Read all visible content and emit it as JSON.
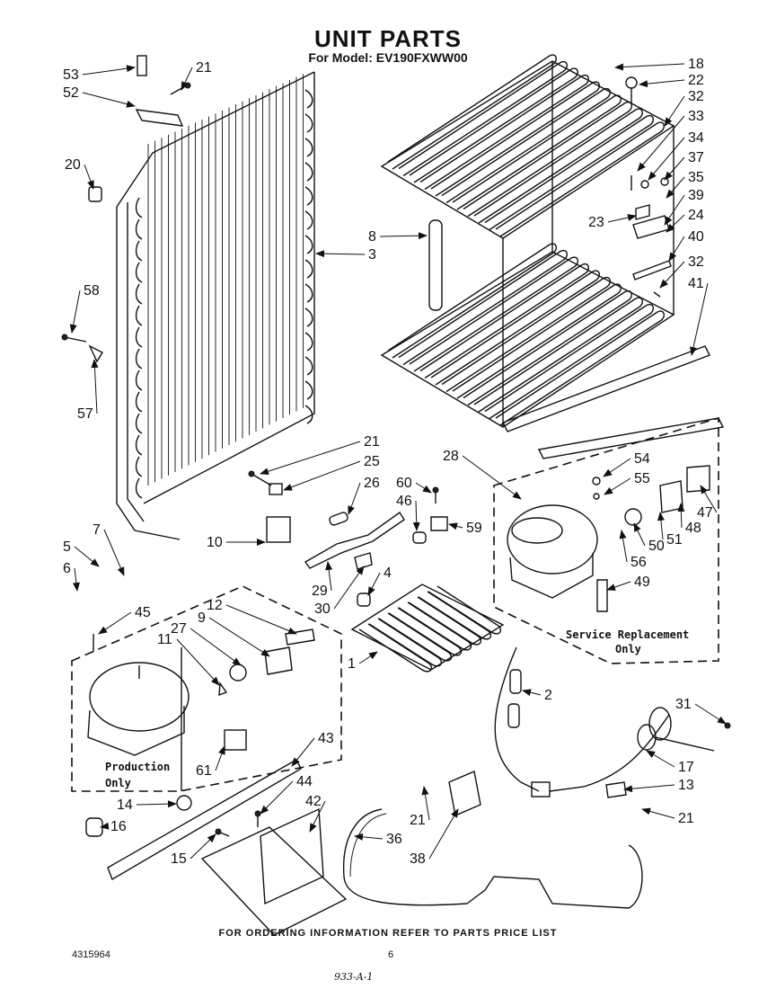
{
  "header": {
    "title": "UNIT PARTS",
    "subtitle": "For Model: EV190FXWW00"
  },
  "callouts": [
    {
      "id": "53",
      "label": "53"
    },
    {
      "id": "21a",
      "label": "21"
    },
    {
      "id": "52",
      "label": "52"
    },
    {
      "id": "20",
      "label": "20"
    },
    {
      "id": "3",
      "label": "3"
    },
    {
      "id": "8",
      "label": "8"
    },
    {
      "id": "58",
      "label": "58"
    },
    {
      "id": "57",
      "label": "57"
    },
    {
      "id": "18",
      "label": "18"
    },
    {
      "id": "22",
      "label": "22"
    },
    {
      "id": "32a",
      "label": "32"
    },
    {
      "id": "33",
      "label": "33"
    },
    {
      "id": "34",
      "label": "34"
    },
    {
      "id": "37",
      "label": "37"
    },
    {
      "id": "35",
      "label": "35"
    },
    {
      "id": "39",
      "label": "39"
    },
    {
      "id": "23",
      "label": "23"
    },
    {
      "id": "24",
      "label": "24"
    },
    {
      "id": "40",
      "label": "40"
    },
    {
      "id": "32b",
      "label": "32"
    },
    {
      "id": "41",
      "label": "41"
    },
    {
      "id": "21b",
      "label": "21"
    },
    {
      "id": "25",
      "label": "25"
    },
    {
      "id": "26",
      "label": "26"
    },
    {
      "id": "60",
      "label": "60"
    },
    {
      "id": "46",
      "label": "46"
    },
    {
      "id": "59",
      "label": "59"
    },
    {
      "id": "10",
      "label": "10"
    },
    {
      "id": "29",
      "label": "29"
    },
    {
      "id": "30",
      "label": "30"
    },
    {
      "id": "4",
      "label": "4"
    },
    {
      "id": "28",
      "label": "28"
    },
    {
      "id": "54",
      "label": "54"
    },
    {
      "id": "55",
      "label": "55"
    },
    {
      "id": "47",
      "label": "47"
    },
    {
      "id": "48",
      "label": "48"
    },
    {
      "id": "51",
      "label": "51"
    },
    {
      "id": "50",
      "label": "50"
    },
    {
      "id": "56",
      "label": "56"
    },
    {
      "id": "49",
      "label": "49"
    },
    {
      "id": "7",
      "label": "7"
    },
    {
      "id": "5",
      "label": "5"
    },
    {
      "id": "6",
      "label": "6"
    },
    {
      "id": "45",
      "label": "45"
    },
    {
      "id": "12",
      "label": "12"
    },
    {
      "id": "27",
      "label": "27"
    },
    {
      "id": "9",
      "label": "9"
    },
    {
      "id": "11",
      "label": "11"
    },
    {
      "id": "1",
      "label": "1"
    },
    {
      "id": "2",
      "label": "2"
    },
    {
      "id": "31",
      "label": "31"
    },
    {
      "id": "17",
      "label": "17"
    },
    {
      "id": "13",
      "label": "13"
    },
    {
      "id": "21c",
      "label": "21"
    },
    {
      "id": "61",
      "label": "61"
    },
    {
      "id": "43",
      "label": "43"
    },
    {
      "id": "14",
      "label": "14"
    },
    {
      "id": "44",
      "label": "44"
    },
    {
      "id": "42",
      "label": "42"
    },
    {
      "id": "16",
      "label": "16"
    },
    {
      "id": "15",
      "label": "15"
    },
    {
      "id": "21d",
      "label": "21"
    },
    {
      "id": "36",
      "label": "36"
    },
    {
      "id": "38",
      "label": "38"
    }
  ],
  "notes": {
    "service_line1": "Service Replacement",
    "service_line2": "Only",
    "production_line1": "Production",
    "production_line2": "Only"
  },
  "footer": {
    "ordering": "FOR ORDERING INFORMATION REFER TO PARTS PRICE LIST",
    "doc_number": "4315964",
    "page": "6",
    "handwritten": "933-A-1"
  }
}
